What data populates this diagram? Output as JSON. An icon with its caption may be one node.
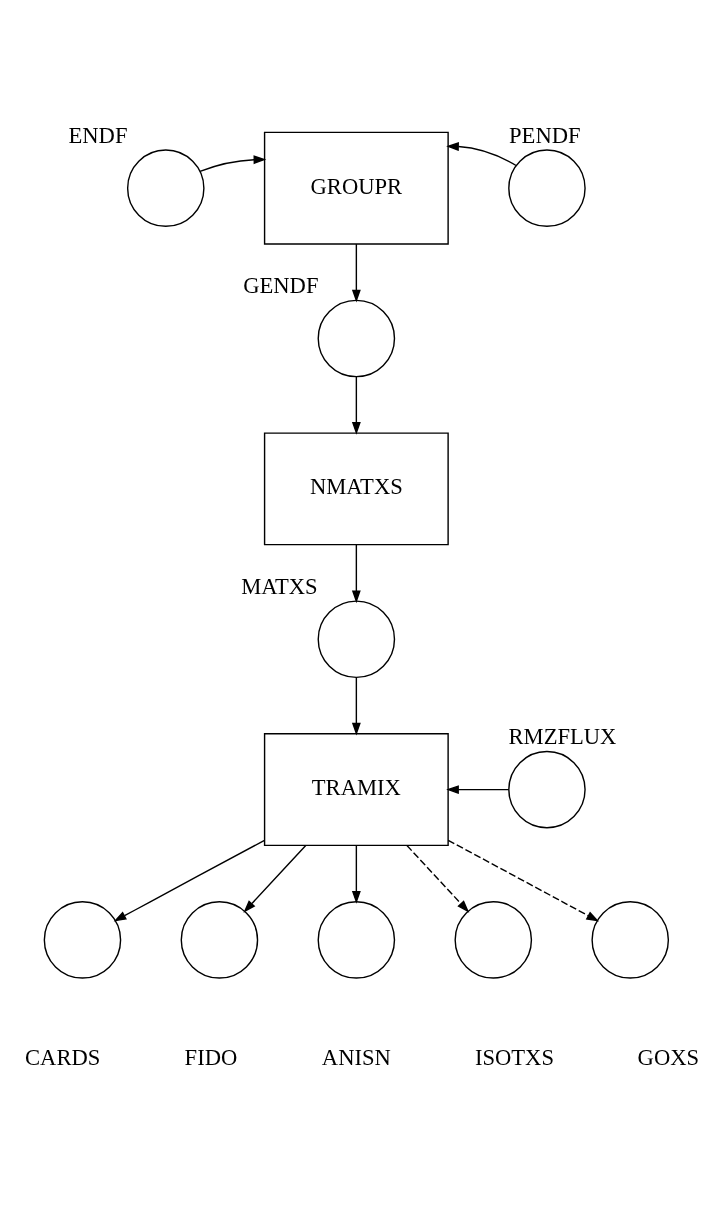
{
  "diagram": {
    "nodes": [
      {
        "text": [],
        "shape": "circle",
        "beside": [
          "ENDF"
        ]
      },
      {
        "text": [
          "GROUPR"
        ]
      },
      {
        "text": [],
        "shape": "circle",
        "beside": [
          "PENDF"
        ]
      },
      {
        "text": [],
        "shape": "circle",
        "beside": [
          "GENDF"
        ]
      },
      {
        "text": [
          "NMATXS"
        ]
      },
      {
        "text": [],
        "shape": "circle",
        "beside": [
          "MATXS"
        ]
      },
      {
        "text": [],
        "shape": "circle",
        "beside": [
          "RMZFLUX"
        ]
      },
      {
        "text": [
          "TRAMIX"
        ]
      },
      {
        "text": [],
        "shape": "circle",
        "beside": [
          "CARDS"
        ]
      },
      {
        "text": [],
        "shape": "circle",
        "beside": [
          "FIDO"
        ]
      },
      {
        "text": [],
        "shape": "circle",
        "beside": [
          "ANISN"
        ]
      },
      {
        "text": [],
        "shape": "circle",
        "beside": [
          "ISOTXS"
        ]
      },
      {
        "text": [],
        "shape": "circle",
        "beside": [
          "GOXS"
        ]
      }
    ],
    "edges": [
      {
        "from": 0,
        "to": 1,
        "arrow": "to"
      },
      {
        "from": 2,
        "to": 1,
        "arrow": "to"
      },
      {
        "from": 1,
        "to": 3,
        "arrow": "to"
      },
      {
        "from": 3,
        "to": 4,
        "arrow": "to"
      },
      {
        "from": 4,
        "to": 5,
        "arrow": "to"
      },
      {
        "from": 5,
        "to": 7,
        "arrow": "to"
      },
      {
        "from": 6,
        "to": 7,
        "arrow": "to"
      },
      {
        "from": 7,
        "to": 8,
        "arrow": "to"
      },
      {
        "from": 7,
        "to": 9,
        "arrow": "to"
      },
      {
        "from": 7,
        "to": 10,
        "arrow": "to"
      },
      {
        "from": 7,
        "to": 11,
        "arrow": "to",
        "style": "dashed"
      },
      {
        "from": 7,
        "to": 12,
        "arrow": "to",
        "style": "dashed"
      }
    ]
  }
}
